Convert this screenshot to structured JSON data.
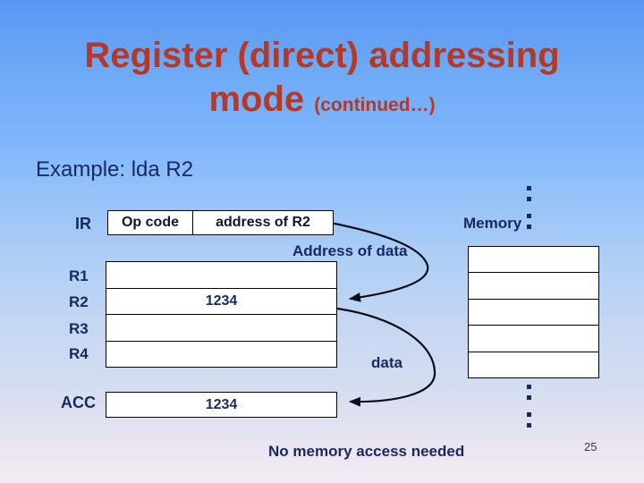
{
  "title": {
    "line1": "Register (direct) addressing",
    "line2_main": "mode",
    "line2_suffix": "(continued…)"
  },
  "example": {
    "text": "Example: lda R2"
  },
  "ir": {
    "label": "IR",
    "opcode_cell": "Op code",
    "address_cell": "address of R2"
  },
  "annotations": {
    "address_of_data": "Address of data",
    "memory": "Memory",
    "data": "data"
  },
  "registers": {
    "labels": [
      "R1",
      "R2",
      "R3",
      "R4"
    ],
    "values": [
      "",
      "1234",
      "",
      ""
    ]
  },
  "acc": {
    "label": "ACC",
    "value": "1234"
  },
  "footer": {
    "note": "No memory access needed",
    "page_number": "25"
  },
  "colors": {
    "title_red": "#b43a27",
    "text_navy": "#18295e",
    "arrow_black": "#0c0c16",
    "box_fill": "#ffffff",
    "background_top": "#5696f2",
    "background_bottom": "#f5ebf4"
  }
}
